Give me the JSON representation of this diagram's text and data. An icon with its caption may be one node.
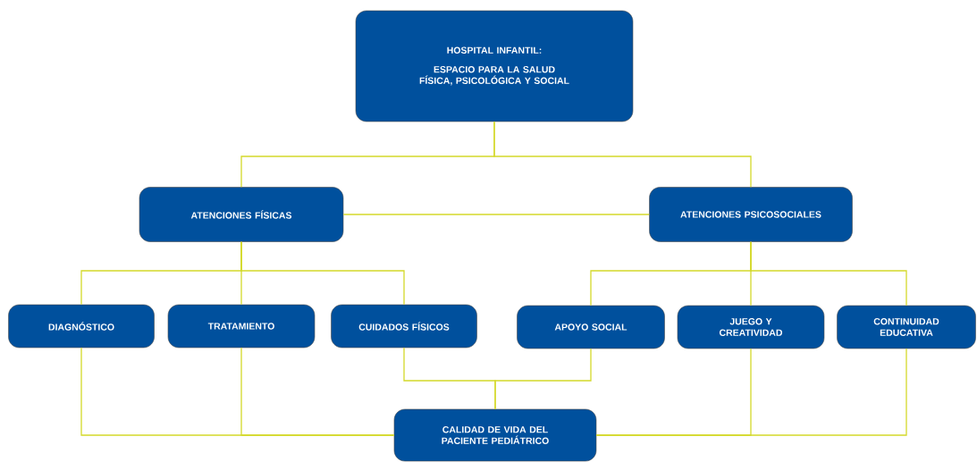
{
  "diagram": {
    "nodes": [
      {
        "text": [
          "HOSPITAL INFANTIL:",
          "ESPACIO PARA LA SALUD FÍSICA, PSICOLÓGICA Y SOCIAL"
        ]
      },
      {
        "text": [
          "ATENCIONES FÍSICAS"
        ]
      },
      {
        "text": [
          "ATENCIONES PSICOSOCIALES"
        ]
      },
      {
        "text": [
          "DIAGNÓSTICO"
        ]
      },
      {
        "text": [
          "TRATAMIENTO"
        ]
      },
      {
        "text": [
          "CUIDADOS FÍSICOS"
        ]
      },
      {
        "text": [
          "APOYO SOCIAL"
        ]
      },
      {
        "text": [
          "JUEGO Y CREATIVIDAD"
        ]
      },
      {
        "text": [
          "CONTINUIDAD EDUCATIVA"
        ]
      },
      {
        "text": [
          "CALIDAD DE VIDA DEL PACIENTE PEDIÁTRICO"
        ]
      }
    ],
    "edges": [
      {
        "from": 0,
        "to": 1,
        "arrow": "none",
        "color": "#d4d92a"
      },
      {
        "from": 0,
        "to": 2,
        "arrow": "none",
        "color": "#d4d92a"
      },
      {
        "from": 1,
        "to": 2,
        "arrow": "none",
        "color": "#d4d92a"
      },
      {
        "from": 1,
        "to": 3,
        "arrow": "none",
        "color": "#d4d92a"
      },
      {
        "from": 1,
        "to": 4,
        "arrow": "none",
        "color": "#d4d92a"
      },
      {
        "from": 1,
        "to": 5,
        "arrow": "none",
        "color": "#d4d92a"
      },
      {
        "from": 2,
        "to": 6,
        "arrow": "none",
        "color": "#d4d92a"
      },
      {
        "from": 2,
        "to": 7,
        "arrow": "none",
        "color": "#d4d92a"
      },
      {
        "from": 2,
        "to": 8,
        "arrow": "none",
        "color": "#d4d92a"
      },
      {
        "from": 3,
        "to": 9,
        "arrow": "none",
        "color": "#d4d92a"
      },
      {
        "from": 4,
        "to": 9,
        "arrow": "none",
        "color": "#d4d92a"
      },
      {
        "from": 5,
        "to": 9,
        "arrow": "none",
        "color": "#d4d92a"
      },
      {
        "from": 6,
        "to": 9,
        "arrow": "none",
        "color": "#d4d92a"
      },
      {
        "from": 7,
        "to": 9,
        "arrow": "none",
        "color": "#d4d92a"
      },
      {
        "from": 8,
        "to": 9,
        "arrow": "none",
        "color": "#d4d92a"
      }
    ]
  }
}
